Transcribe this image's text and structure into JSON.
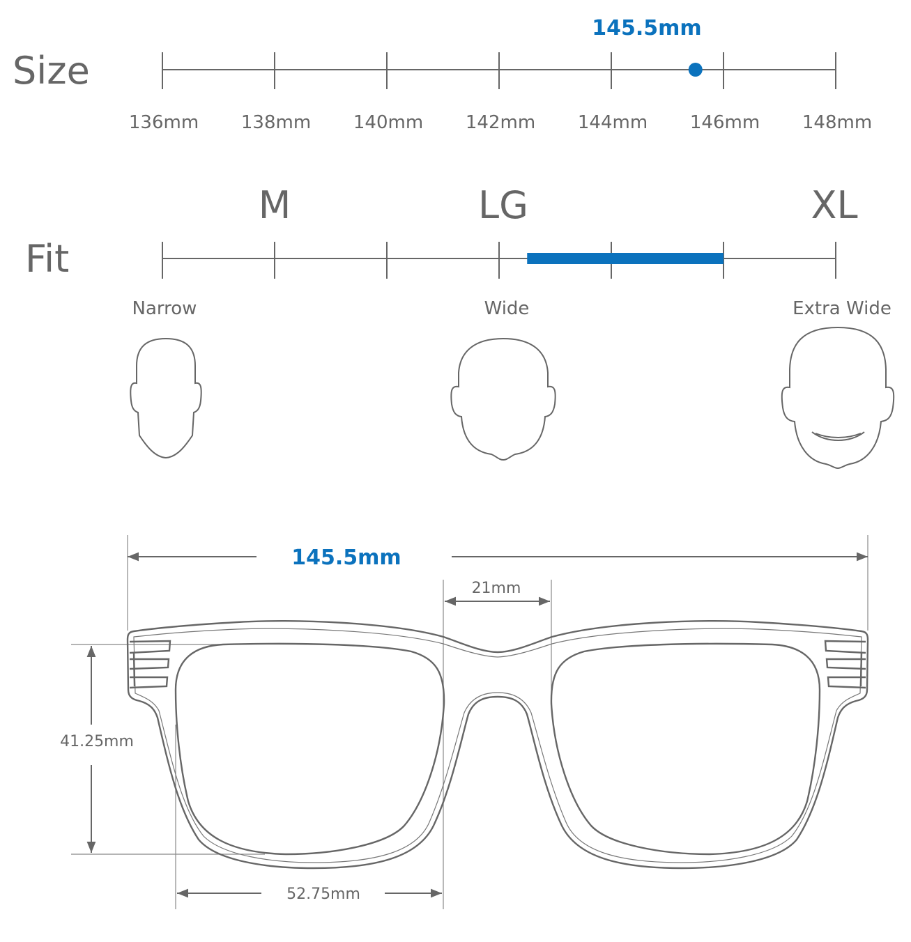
{
  "size": {
    "heading": "Size",
    "value_label": "145.5mm",
    "value_mm": 145.5,
    "ticks": [
      "136mm",
      "138mm",
      "140mm",
      "142mm",
      "144mm",
      "146mm",
      "148mm"
    ],
    "tick_values": [
      136,
      138,
      140,
      142,
      144,
      146,
      148
    ]
  },
  "fit": {
    "heading": "Fit",
    "sizes": [
      "M",
      "LG",
      "XL"
    ],
    "range_mm": [
      142.5,
      146
    ],
    "faces": [
      "Narrow",
      "Wide",
      "Extra Wide"
    ]
  },
  "dimensions": {
    "total_width": "145.5mm",
    "bridge": "21mm",
    "lens_height": "41.25mm",
    "lens_width": "52.75mm"
  },
  "colors": {
    "accent": "#0b72bd",
    "line": "#666666"
  }
}
